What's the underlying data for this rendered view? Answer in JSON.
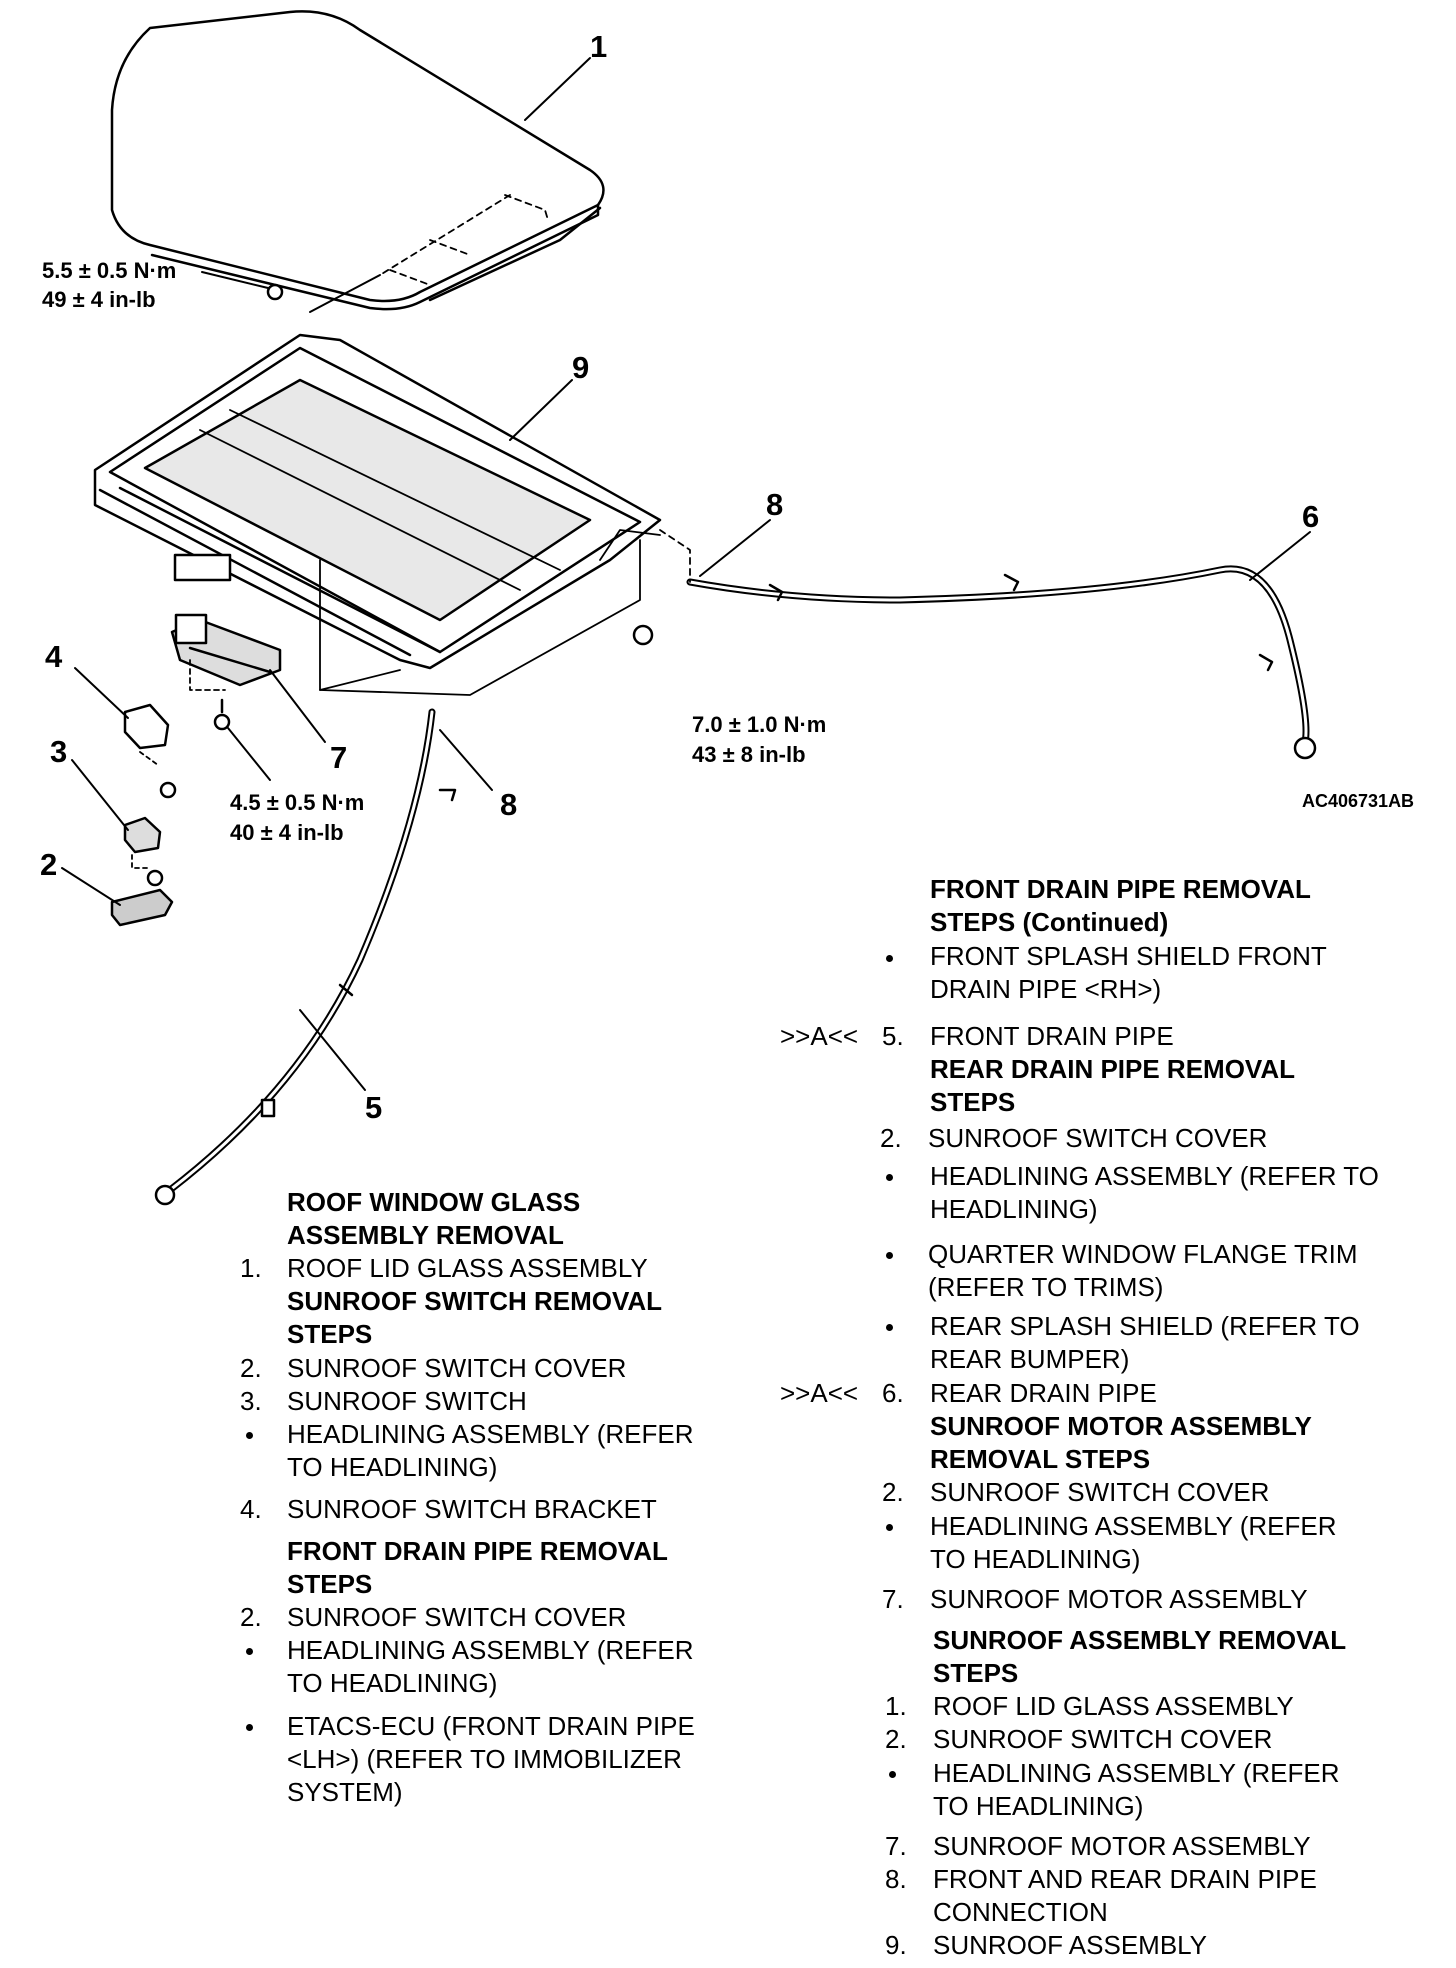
{
  "diagram": {
    "figure_id": "AC406731AB",
    "callouts": [
      "1",
      "9",
      "8",
      "6",
      "4",
      "3",
      "2",
      "7",
      "8",
      "5"
    ],
    "torques": {
      "glass": [
        "5.5 ± 0.5 N·m",
        "49 ± 4 in-lb"
      ],
      "motor": [
        "4.5 ± 0.5 N·m",
        "40 ± 4 in-lb"
      ],
      "drain": [
        "7.0 ± 1.0 N·m",
        "43 ± 8 in-lb"
      ]
    }
  },
  "left": {
    "roof_heading": [
      "ROOF WINDOW GLASS",
      "ASSEMBLY REMOVAL"
    ],
    "roof_step1_num": "1.",
    "roof_step1": "ROOF LID GLASS ASSEMBLY",
    "switch_heading": [
      "SUNROOF SWITCH REMOVAL",
      "STEPS"
    ],
    "sw2_num": "2.",
    "sw2": "SUNROOF SWITCH COVER",
    "sw3_num": "3.",
    "sw3": "SUNROOF SWITCH",
    "sw_bullet": [
      "HEADLINING ASSEMBLY (REFER",
      "TO  HEADLINING)"
    ],
    "sw4_num": "4.",
    "sw4": "SUNROOF SWITCH BRACKET",
    "front_heading": [
      "FRONT DRAIN PIPE REMOVAL",
      "STEPS"
    ],
    "fr2_num": "2.",
    "fr2": "SUNROOF SWITCH COVER",
    "fr_bullet1": [
      "HEADLINING ASSEMBLY (REFER",
      "TO  HEADLINING)"
    ],
    "fr_bullet2": [
      "ETACS-ECU (FRONT DRAIN PIPE",
      "<LH>) (REFER TO  IMMOBILIZER",
      "SYSTEM)"
    ]
  },
  "right": {
    "cont_heading": [
      "FRONT DRAIN PIPE REMOVAL",
      "STEPS (Continued)"
    ],
    "cont_bullet": [
      "FRONT SPLASH SHIELD FRONT",
      "DRAIN PIPE <RH>)"
    ],
    "marker_a": ">>A<<",
    "fr5_num": "5.",
    "fr5": "FRONT DRAIN PIPE",
    "rear_heading": [
      "REAR DRAIN PIPE REMOVAL",
      "STEPS"
    ],
    "rr2_num": "2.",
    "rr2": "SUNROOF SWITCH COVER",
    "rr_bullet1": [
      "HEADLINING ASSEMBLY (REFER TO",
      "HEADLINING)"
    ],
    "rr_bullet2": [
      "QUARTER WINDOW FLANGE TRIM",
      "(REFER TO TRIMS)"
    ],
    "rr_bullet3": [
      "REAR SPLASH SHIELD (REFER TO",
      "REAR BUMPER)"
    ],
    "marker_b": ">>A<<",
    "rr6_num": "6.",
    "rr6": "REAR DRAIN PIPE",
    "motor_heading": [
      "SUNROOF MOTOR ASSEMBLY",
      "REMOVAL STEPS"
    ],
    "mo2_num": "2.",
    "mo2": "SUNROOF SWITCH COVER",
    "mo_bullet": [
      "HEADLINING ASSEMBLY (REFER",
      "TO HEADLINING)"
    ],
    "mo7_num": "7.",
    "mo7": "SUNROOF MOTOR ASSEMBLY",
    "sunroof_heading": [
      "SUNROOF ASSEMBLY REMOVAL",
      "STEPS"
    ],
    "sa1_num": "1.",
    "sa1": "ROOF LID GLASS ASSEMBLY",
    "sa2_num": "2.",
    "sa2": "SUNROOF SWITCH COVER",
    "sa_bullet": [
      "HEADLINING ASSEMBLY (REFER",
      "TO HEADLINING)"
    ],
    "sa7_num": "7.",
    "sa7": "SUNROOF MOTOR ASSEMBLY",
    "sa8_num": "8.",
    "sa8": [
      "FRONT AND REAR DRAIN PIPE",
      "CONNECTION"
    ],
    "sa9_num": "9.",
    "sa9": "SUNROOF ASSEMBLY"
  }
}
